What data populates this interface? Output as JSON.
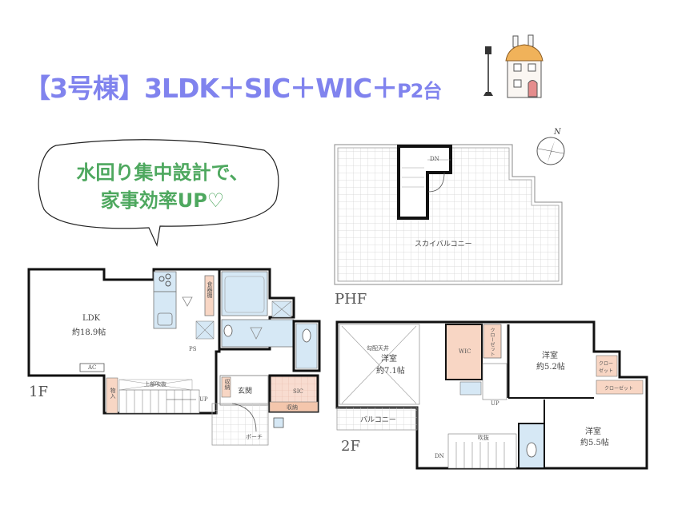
{
  "header": {
    "title_prefix": "【3号棟】3LDK＋SIC＋WIC＋",
    "title_suffix": "P2台",
    "title_color": "#8083ee"
  },
  "callout": {
    "line1": "水回り集中設計で、",
    "line2": "家事効率UP♡",
    "color": "#4ea85f"
  },
  "floors": {
    "phf": {
      "label": "PHF",
      "rooms": [
        {
          "name": "スカイバルコニー"
        },
        {
          "name": "DN"
        }
      ],
      "compass": "N"
    },
    "f1": {
      "label": "1F",
      "rooms": [
        {
          "name": "LDK",
          "size": "約18.9帖"
        },
        {
          "name": "食器棚"
        },
        {
          "name": "AC"
        },
        {
          "name": "PS"
        },
        {
          "name": "上部吹抜"
        },
        {
          "name": "物入"
        },
        {
          "name": "UP"
        },
        {
          "name": "収納"
        },
        {
          "name": "玄関"
        },
        {
          "name": "SIC"
        },
        {
          "name": "収納2",
          "display": "収納"
        },
        {
          "name": "ポーチ"
        }
      ]
    },
    "f2": {
      "label": "2F",
      "rooms": [
        {
          "name": "洋室",
          "size": "約7.1帖",
          "note": "勾配天井"
        },
        {
          "name": "WIC"
        },
        {
          "name": "クローゼット",
          "display": "クローゼット"
        },
        {
          "name": "洋室",
          "size": "約5.2帖"
        },
        {
          "name": "クローゼット",
          "display": "クロー\nゼット"
        },
        {
          "name": "クローゼット",
          "display": "クローゼット"
        },
        {
          "name": "洋室",
          "size": "約5.5帖"
        },
        {
          "name": "バルコニー"
        },
        {
          "name": "吹抜"
        },
        {
          "name": "UP"
        },
        {
          "name": "DN"
        }
      ]
    }
  },
  "colors": {
    "storage": "#f8d6c4",
    "wet_area": "#d6e8f5",
    "wall": "#1a1a1a",
    "grid": "#c9c9c9"
  }
}
